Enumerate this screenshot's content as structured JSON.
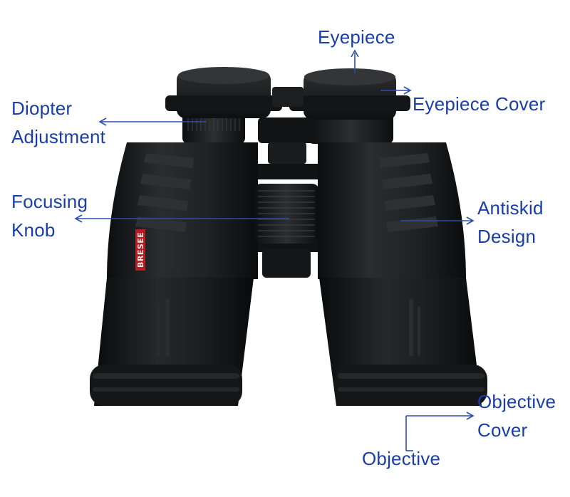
{
  "labels": {
    "eyepiece": "Eyepiece",
    "eyepiece_cover": "Eyepiece Cover",
    "diopter_line1": "Diopter",
    "diopter_line2": "Adjustment",
    "focusing_line1": "Focusing",
    "focusing_line2": "Knob",
    "antiskid_line1": "Antiskid",
    "antiskid_line2": "Design",
    "objective_cover_line1": "Objective",
    "objective_cover_line2": "Cover",
    "objective": "Objective"
  },
  "brand": "BRESEE",
  "colors": {
    "label_text": "#1a3ea8",
    "arrow": "#2a4fa8",
    "body": "#1b1d1e",
    "brand_badge": "#b51d22"
  }
}
